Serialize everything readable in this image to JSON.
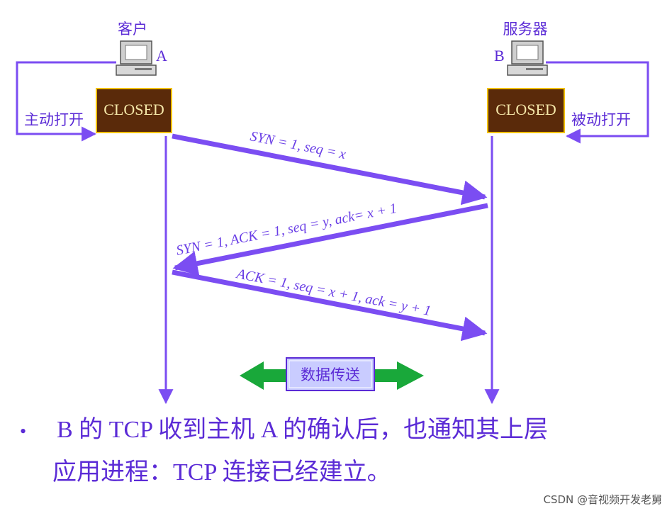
{
  "client": {
    "title": "客户",
    "letter": "A",
    "state": "CLOSED",
    "action": "主动打开"
  },
  "server": {
    "title": "服务器",
    "letter": "B",
    "state": "CLOSED",
    "action": "被动打开"
  },
  "messages": {
    "syn": "SYN = 1, seq = x",
    "syn_ack": "SYN = 1, ACK = 1, seq = y, ack= x + 1",
    "ack": "ACK = 1, seq = x + 1, ack = y + 1"
  },
  "data_transfer": "数据传送",
  "caption": {
    "bullet": "•",
    "line1": "B 的 TCP 收到主机 A 的确认后，也通知其上层",
    "line2": "应用进程：TCP 连接已经建立。"
  },
  "watermark": "CSDN @音视频开发老舅",
  "colors": {
    "accent": "#7b4df2",
    "text": "#5b2bd6",
    "state_box": "#5a2a0a",
    "state_border": "#f2c200",
    "arrow_green": "#19a83a",
    "label_box": "#c9ccff"
  }
}
